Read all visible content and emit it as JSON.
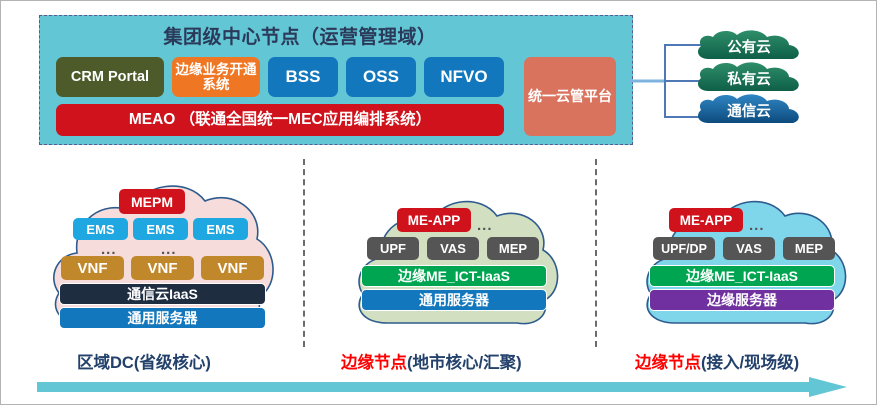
{
  "center_panel": {
    "title": "集团级中心节点（运营管理域）",
    "boxes": [
      {
        "id": "crm-portal",
        "label": "CRM Portal",
        "color": "#4d5b2b"
      },
      {
        "id": "edge-biz",
        "label": "边缘业务开通系统",
        "color": "#ef7622"
      },
      {
        "id": "bss",
        "label": "BSS",
        "color": "#1277bc"
      },
      {
        "id": "oss",
        "label": "OSS",
        "color": "#1277bc"
      },
      {
        "id": "nfvo",
        "label": "NFVO",
        "color": "#1277bc"
      }
    ],
    "meao": {
      "label": "MEAO （联通全国统一MEC应用编排系统）",
      "color": "#cf121b"
    },
    "cloud_mgmt": {
      "label": "统一云管平台",
      "color": "#d9735e"
    },
    "background": "#62c6d4"
  },
  "cloud_pills": [
    {
      "id": "public-cloud",
      "label": "公有云",
      "color": "#1f7a5a"
    },
    {
      "id": "private-cloud",
      "label": "私有云",
      "color": "#1f7a5a"
    },
    {
      "id": "telecom-cloud",
      "label": "通信云",
      "color": "#1a6ea8"
    }
  ],
  "groups": {
    "a": {
      "cloud_fill": "#f6dcda",
      "mepm": "MEPM",
      "ems": [
        "EMS",
        "EMS",
        "EMS"
      ],
      "dots": [
        "...",
        "..."
      ],
      "vnf": [
        "VNF",
        "VNF",
        "VNF"
      ],
      "iaas": "通信云IaaS",
      "server": "通用服务器"
    },
    "b": {
      "cloud_fill": "#d2dfc1",
      "me_app": "ME-APP",
      "dots": "...",
      "functions": [
        "UPF",
        "VAS",
        "MEP"
      ],
      "iaas": "边缘ME_ICT-IaaS",
      "server": "通用服务器"
    },
    "c": {
      "cloud_fill": "#7fd6ea",
      "me_app": "ME-APP",
      "dots": "...",
      "functions": [
        "UPF/DP",
        "VAS",
        "MEP"
      ],
      "iaas": "边缘ME_ICT-IaaS",
      "server": "边缘服务器"
    }
  },
  "tier_labels": [
    {
      "id": "tier-a",
      "highlight": "",
      "rest": "区域DC(省级核心)"
    },
    {
      "id": "tier-b",
      "highlight": "边缘节点",
      "rest": "(地市核心/汇聚)"
    },
    {
      "id": "tier-c",
      "highlight": "边缘节点",
      "rest": "(接入/现场级)"
    }
  ],
  "flow_arrow": {
    "color": "#62c6d4",
    "direction": "right"
  },
  "colors": {
    "teal": "#62c6d4",
    "red": "#cf121b",
    "navy": "#23416b",
    "highlight_red": "#ff0000",
    "green": "#00a551",
    "purple": "#7030a0",
    "blue": "#1277bc"
  }
}
